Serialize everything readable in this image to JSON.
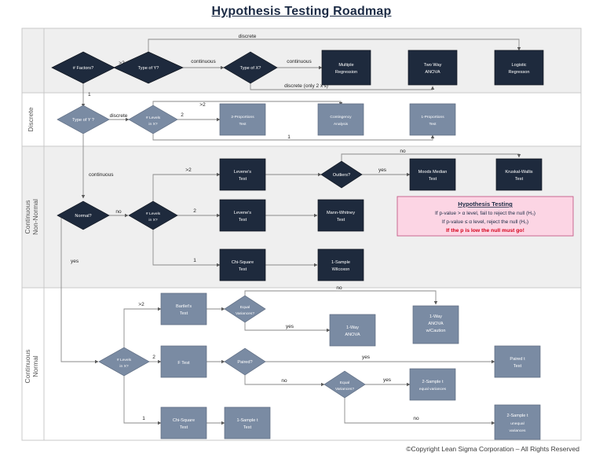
{
  "page": {
    "title": "Hypothesis Testing Roadmap",
    "footer": "©Copyright Lean Sigma Corporation – All Rights Reserved"
  },
  "colors": {
    "dark_node": "#1e2a3d",
    "gray_node": "#7a8ba3",
    "band_gray": "#efefef",
    "band_white": "#ffffff",
    "border": "#c9c9c9",
    "connector": "#8a8a8a",
    "title": "#1b2a44",
    "callout_bg": "#fcd5e4",
    "callout_border": "#c45b86",
    "callout_red": "#d4001a"
  },
  "row_labels": [
    {
      "id": "row-top",
      "label": ""
    },
    {
      "id": "row-discrete",
      "label": "Discrete"
    },
    {
      "id": "row-continuous-non-normal",
      "label": "Continuous Non-Normal"
    },
    {
      "id": "row-continuous-normal",
      "label": "Continuous Normal"
    }
  ],
  "nodes": {
    "factors": {
      "label": "# Factors?",
      "shape": "diamond",
      "fill": "dark"
    },
    "type_of_y_top": {
      "label": "Type of Y?",
      "shape": "diamond",
      "fill": "dark"
    },
    "type_of_x_top": {
      "label": "Type of X?",
      "shape": "diamond",
      "fill": "dark"
    },
    "multiple_regression": {
      "label": "Multiple Regression",
      "shape": "box",
      "fill": "dark"
    },
    "two_way_anova": {
      "label": "Two Way ANOVA",
      "shape": "box",
      "fill": "dark"
    },
    "logistic_regression": {
      "label": "Logistic Regression",
      "shape": "box",
      "fill": "dark"
    },
    "type_of_y_disc": {
      "label": "Type of Y ?",
      "shape": "diamond",
      "fill": "gray"
    },
    "levels_in_x_disc": {
      "label": "# Levels in X?",
      "shape": "diamond",
      "fill": "gray"
    },
    "two_proportions_test": {
      "label": "2-Proportions Test",
      "shape": "box",
      "fill": "gray"
    },
    "contingency_analysis": {
      "label": "Contingency Analysis",
      "shape": "box",
      "fill": "gray"
    },
    "one_proportions_test": {
      "label": "1-Proportions Test",
      "shape": "box",
      "fill": "gray"
    },
    "normal": {
      "label": "Normal?",
      "shape": "diamond",
      "fill": "dark"
    },
    "levels_in_x_nn": {
      "label": "# Levels in X?",
      "shape": "diamond",
      "fill": "dark"
    },
    "levenes_test_a": {
      "label": "Levene's Test",
      "shape": "box",
      "fill": "dark"
    },
    "levenes_test_b": {
      "label": "Levene's Test",
      "shape": "box",
      "fill": "dark"
    },
    "chi_square_test_nn": {
      "label": "Chi-Square Test",
      "shape": "box",
      "fill": "dark"
    },
    "outliers": {
      "label": "Outliers?",
      "shape": "diamond",
      "fill": "dark"
    },
    "moods_median_test": {
      "label": "Moods Median Test",
      "shape": "box",
      "fill": "dark"
    },
    "kruskal_wallis_test": {
      "label": "Kruskal-Wallis Test",
      "shape": "box",
      "fill": "dark"
    },
    "mann_whitney_test": {
      "label": "Mann-Whitney Test",
      "shape": "box",
      "fill": "dark"
    },
    "one_sample_wilcoxon": {
      "label": "1-Sample Wilcoxon",
      "shape": "box",
      "fill": "dark"
    },
    "bartletts_test": {
      "label": "Bartlett's Test",
      "shape": "box",
      "fill": "gray"
    },
    "equal_variances_a": {
      "label": "Equal Variances?",
      "shape": "diamond",
      "fill": "gray"
    },
    "one_way_anova": {
      "label": "1-Way ANOVA",
      "shape": "box",
      "fill": "gray"
    },
    "one_way_anova_caution": {
      "label": "1-Way ANOVA w/Caution",
      "shape": "box",
      "fill": "gray"
    },
    "levels_in_x_norm": {
      "label": "# Levels in X?",
      "shape": "diamond",
      "fill": "gray"
    },
    "f_test": {
      "label": "F Test",
      "shape": "box",
      "fill": "gray"
    },
    "paired": {
      "label": "Paired?",
      "shape": "diamond",
      "fill": "gray"
    },
    "paired_t_test": {
      "label": "Paired t Test",
      "shape": "box",
      "fill": "gray"
    },
    "equal_variances_b": {
      "label": "Equal Variances?",
      "shape": "diamond",
      "fill": "gray"
    },
    "two_sample_t_equal": {
      "label": "2-Sample t equal variances",
      "shape": "box",
      "fill": "gray"
    },
    "two_sample_t_unequal": {
      "label": "2-Sample t unequal variances",
      "shape": "box",
      "fill": "gray"
    },
    "chi_square_test_norm": {
      "label": "Chi-Square Test",
      "shape": "box",
      "fill": "gray"
    },
    "one_sample_t_test": {
      "label": "1-Sample t Test",
      "shape": "box",
      "fill": "gray"
    }
  },
  "edge_labels": {
    "gt2_top": ">2",
    "one_top": "1",
    "continuous_y": "continuous",
    "continuous_x": "continuous",
    "discrete_top": "discrete",
    "discrete_only_2xs": "discrete (only 2 x's)",
    "discrete_disc": "discrete",
    "gt2_disc": ">2",
    "two_disc": "2",
    "one_disc": "1",
    "continuous_nn": "continuous",
    "yes_nn": "yes",
    "no_nn": "no",
    "gt2_nn": ">2",
    "two_nn": "2",
    "one_nn": "1",
    "yes_outliers": "yes",
    "no_outliers": "no",
    "gt2_norm": ">2",
    "two_norm": "2",
    "one_norm": "1",
    "no_eqvar_a": "no",
    "yes_eqvar_a": "yes",
    "yes_paired": "yes",
    "no_paired": "no",
    "yes_eqvar_b": "yes",
    "no_eqvar_b": "no"
  },
  "callout": {
    "title": "Hypothesis Testing",
    "line1": "If p-value > α level, fail to reject the null (H₀)",
    "line2": "If p-value ≤ α level, reject the null (H₀)",
    "line3": "If the p is low the null must go!"
  }
}
